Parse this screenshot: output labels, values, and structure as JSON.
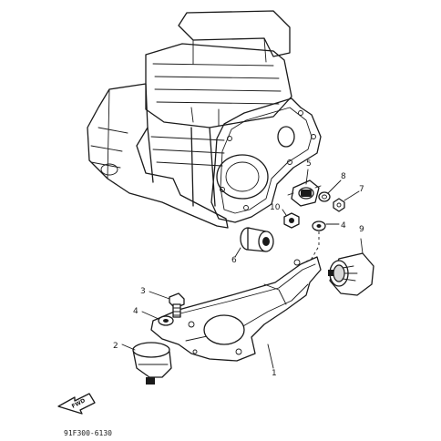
{
  "diagram_code": "91F300-6130",
  "fwd_label": "FWD",
  "callouts": [
    {
      "id": "1",
      "part": "bracket"
    },
    {
      "id": "2",
      "part": "rubber-mount"
    },
    {
      "id": "3",
      "part": "bolt"
    },
    {
      "id": "4",
      "part": "washer"
    },
    {
      "id": "5",
      "part": "engine-mount-stud"
    },
    {
      "id": "6",
      "part": "damper"
    },
    {
      "id": "7",
      "part": "nut"
    },
    {
      "id": "8",
      "part": "washer"
    },
    {
      "id": "9",
      "part": "rubber-mount"
    },
    {
      "id": "10",
      "part": "nut"
    },
    {
      "id": "4",
      "part": "washer"
    }
  ]
}
